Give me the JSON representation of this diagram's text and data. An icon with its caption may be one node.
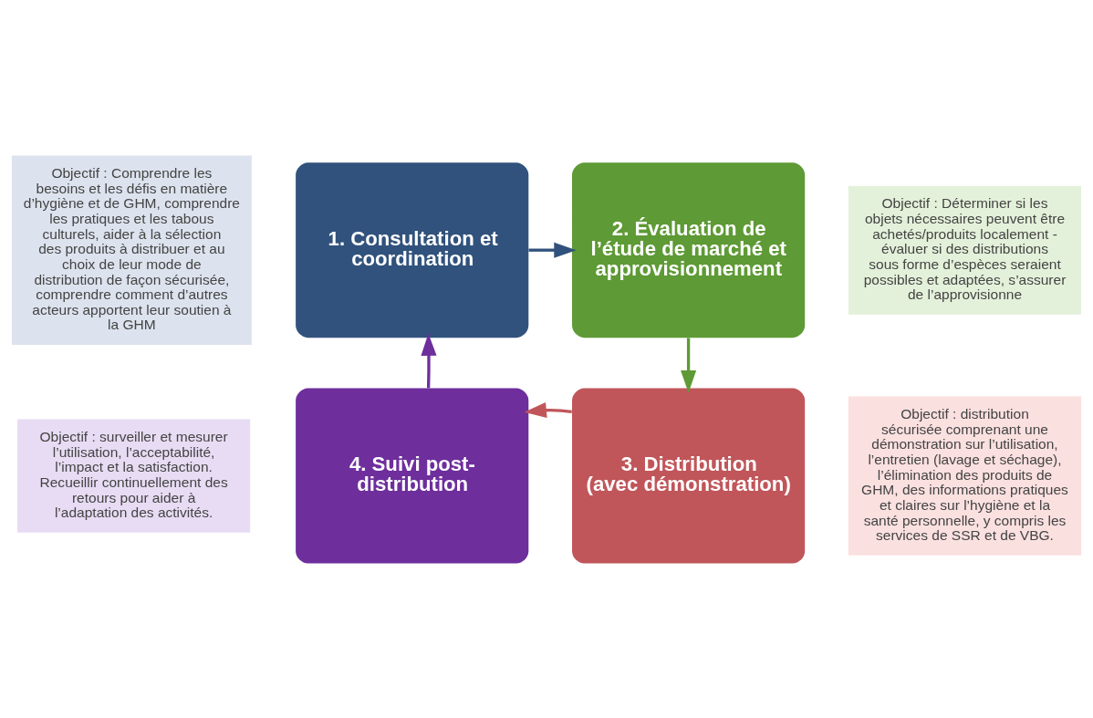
{
  "diagram": {
    "nodes": [
      {
        "text": [
          "Objectif : Comprendre les besoins et les défis en matière d’hygiène et de GHM, comprendre les pratiques et les tabous culturels, aider à la sélection des produits à distribuer et au choix de leur mode de distribution de façon sécurisée, comprendre comment d’autres acteurs apportent leur soutien à la GHM"
        ]
      },
      {
        "text": [
          "1. Consultation et coordination"
        ]
      },
      {
        "text": [
          "2. Évaluation de l’étude de marché et approvisionnement"
        ]
      },
      {
        "text": [
          "Objectif : Déterminer si les objets nécessaires peuvent être achetés/produits localement - évaluer si des distributions sous forme d’espèces seraient possibles et adaptées, s’assurer de l’approvisionne"
        ]
      },
      {
        "text": [
          "Objectif : surveiller et mesurer l’utilisation, l’acceptabilité, l’impact et la satisfaction. Recueillir continuellement des retours pour aider à l’adaptation des activités."
        ]
      },
      {
        "text": [
          "4. Suivi post-distribution"
        ]
      },
      {
        "text": [
          "3. Distribution (avec démonstration)"
        ]
      },
      {
        "text": [
          "Objectif : distribution sécurisée comprenant une démonstration sur l’utilisation, l’entretien (lavage et séchage), l’élimination des produits de GHM, des informations pratiques et claires sur l’hygiène et la santé personnelle, y compris les services de SSR et de VBG."
        ]
      }
    ],
    "edges": [
      {
        "from": 1,
        "to": 2,
        "arrow": "to",
        "color": "#31527c"
      },
      {
        "from": 2,
        "to": 6,
        "arrow": "to",
        "color": "#5e9a35"
      },
      {
        "from": 6,
        "to": 5,
        "arrow": "to",
        "color": "#c0565a"
      },
      {
        "from": 5,
        "to": 1,
        "arrow": "to",
        "color": "#6e2e9c"
      }
    ]
  }
}
